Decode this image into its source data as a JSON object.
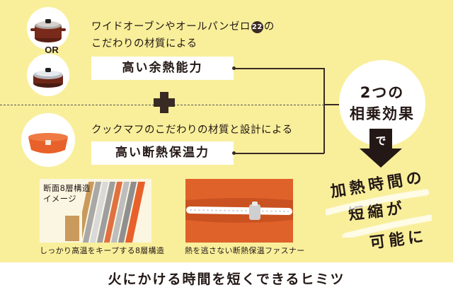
{
  "colors": {
    "background": "#f9ef9b",
    "ink": "#231815",
    "accent_orange": "#e8612a",
    "box": "#ffffff"
  },
  "products": {
    "or_label": "OR",
    "lid_pot_icon": "dutch-oven-icon",
    "glass_pan_icon": "glass-lid-pan-icon",
    "container_icon": "orange-container-icon"
  },
  "top": {
    "intro_line1_pre": "ワイドオーブンやオールパンゼロ",
    "intro_number": "22",
    "intro_line1_post": "の",
    "intro_line2": "こだわりの材質による",
    "feature": "高い余熱能力"
  },
  "bottom": {
    "intro": "クックマフのこだわりの材質と設計による",
    "feature": "高い断熱保温力"
  },
  "synergy": {
    "line1": "2つの",
    "line2": "相乗効果"
  },
  "arrow_label": "で",
  "result": {
    "line1": "加熱時間の",
    "line2": "短縮が",
    "line3": "可能に"
  },
  "layer_image": {
    "label_line1": "断面8層構造",
    "label_line2": "イメージ",
    "caption": "しっかり高温をキープする8層構造"
  },
  "zipper_image": {
    "caption": "熱を逃さない断熱保温ファスナー"
  },
  "footer": {
    "title": "火にかける時間を短くできるヒミツ"
  }
}
